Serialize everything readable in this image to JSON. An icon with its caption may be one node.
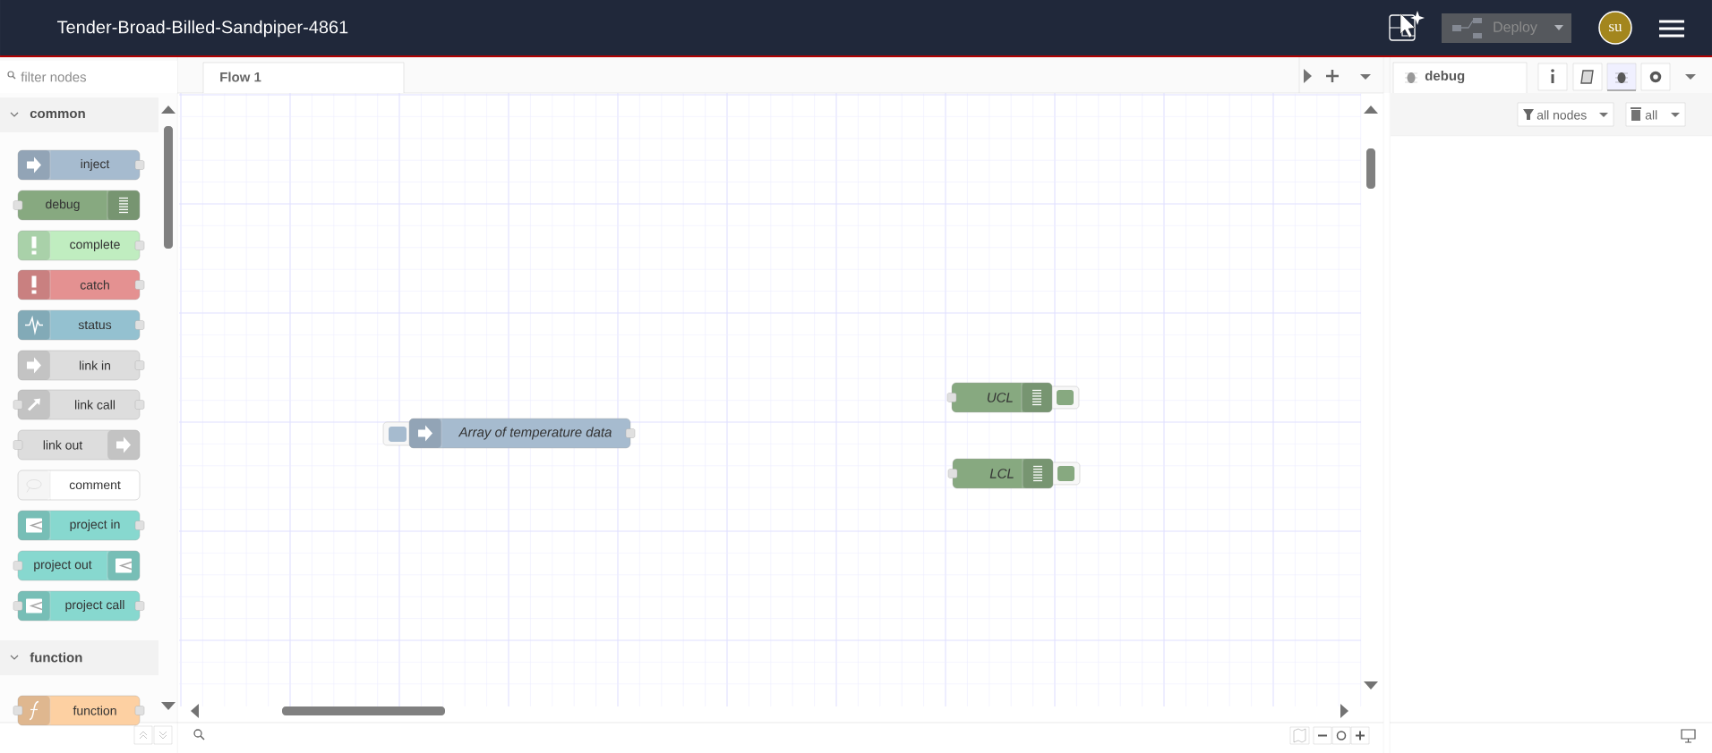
{
  "diagram": {
    "title": "Tender-Broad-Billed-Sandpiper-4861",
    "nodes": [
      {
        "text": [
          "filter nodes"
        ]
      },
      {
        "text": [
          "common"
        ]
      },
      {
        "text": [
          "inject"
        ]
      },
      {
        "text": [
          "debug"
        ]
      },
      {
        "text": [
          "complete"
        ]
      },
      {
        "text": [
          "catch"
        ]
      },
      {
        "text": [
          "status"
        ]
      },
      {
        "text": [
          "link in"
        ]
      },
      {
        "text": [
          "link call"
        ]
      },
      {
        "text": [
          "link out"
        ]
      },
      {
        "text": [
          "comment"
        ]
      },
      {
        "text": [
          "project in"
        ]
      },
      {
        "text": [
          "project out"
        ]
      },
      {
        "text": [
          "project call"
        ]
      },
      {
        "text": [
          "function"
        ]
      },
      {
        "text": [
          "function"
        ]
      },
      {
        "text": [
          "Flow 1"
        ]
      },
      {
        "text": [
          "Array of temperature data"
        ]
      },
      {
        "text": [
          "UCL"
        ]
      },
      {
        "text": [
          "LCL"
        ]
      },
      {
        "text": [
          "Deploy"
        ]
      },
      {
        "text": [
          "su"
        ]
      },
      {
        "text": [
          "debug"
        ]
      },
      {
        "text": [
          "all nodes"
        ]
      },
      {
        "text": [
          "all"
        ]
      }
    ]
  }
}
